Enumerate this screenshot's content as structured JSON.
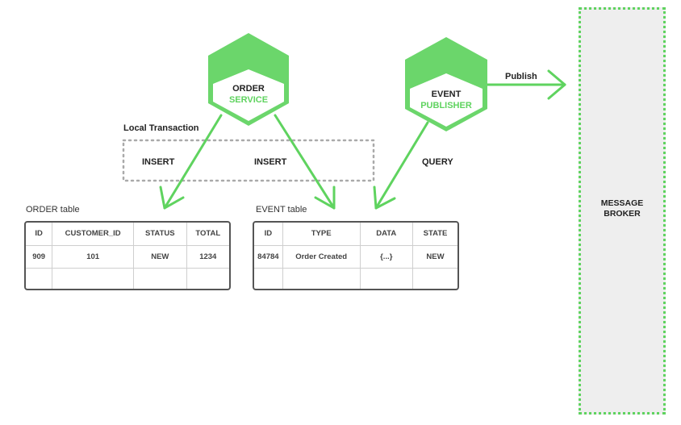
{
  "order_service": {
    "line1": "ORDER",
    "line2": "SERVICE"
  },
  "event_publisher": {
    "line1": "EVENT",
    "line2": "PUBLISHER"
  },
  "labels": {
    "local_transaction": "Local Transaction",
    "insert_1": "INSERT",
    "insert_2": "INSERT",
    "query": "QUERY",
    "publish": "Publish"
  },
  "order_table": {
    "title": "ORDER table",
    "columns": [
      "ID",
      "CUSTOMER_ID",
      "STATUS",
      "TOTAL"
    ],
    "rows": [
      [
        "909",
        "101",
        "NEW",
        "1234"
      ],
      [
        "",
        "",
        "",
        ""
      ]
    ]
  },
  "event_table": {
    "title": "EVENT table",
    "columns": [
      "ID",
      "TYPE",
      "DATA",
      "STATE"
    ],
    "rows": [
      [
        "84784",
        "Order Created",
        "{...}",
        "NEW"
      ],
      [
        "",
        "",
        "",
        ""
      ]
    ]
  },
  "message_broker": {
    "line1": "MESSAGE",
    "line2": "BROKER"
  },
  "colors": {
    "accent_green": "#5fd35f",
    "hex_face": "#6bd66b",
    "broker_fill": "#eeeeee",
    "table_border": "#555555"
  }
}
